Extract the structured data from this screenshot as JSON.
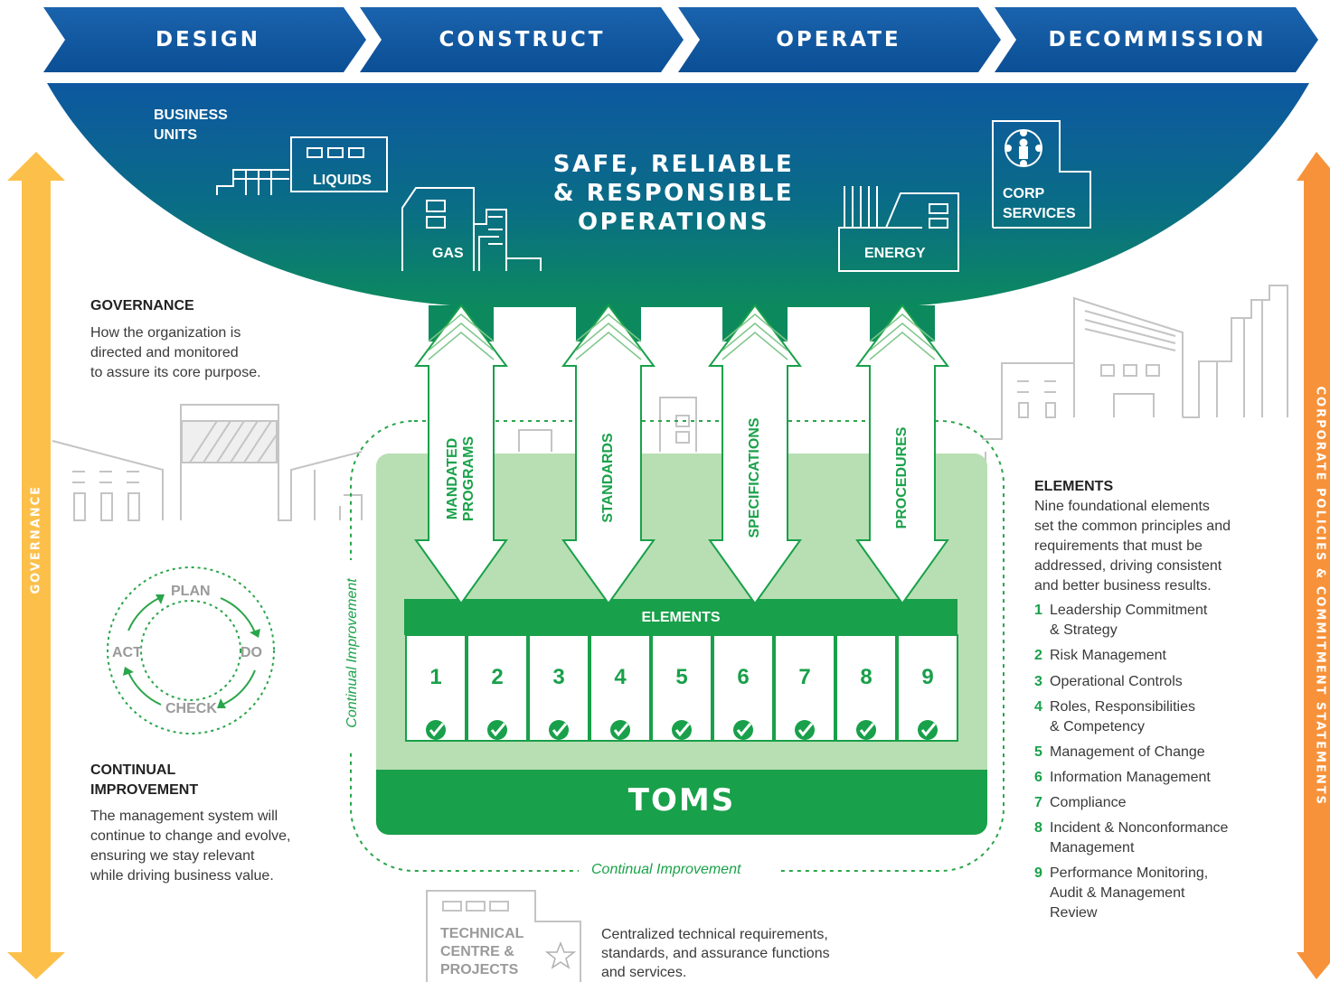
{
  "phases": [
    "DESIGN",
    "CONSTRUCT",
    "OPERATE",
    "DECOMMISSION"
  ],
  "hero": {
    "line1": "SAFE, RELIABLE",
    "line2": "& RESPONSIBLE",
    "line3": "OPERATIONS"
  },
  "business_units": {
    "heading_line1": "BUSINESS",
    "heading_line2": "UNITS",
    "liquids": "LIQUIDS",
    "gas": "GAS",
    "energy": "ENERGY",
    "corp_line1": "CORP",
    "corp_line2": "SERVICES"
  },
  "governance": {
    "heading": "GOVERNANCE",
    "text_lines": [
      "How the organization is",
      "directed and monitored",
      "to assure its core purpose."
    ],
    "side_label": "GOVERNANCE"
  },
  "cycle": {
    "plan": "PLAN",
    "do": "DO",
    "check": "CHECK",
    "act": "ACT"
  },
  "continual_improvement": {
    "heading_line1": "CONTINUAL",
    "heading_line2": "IMPROVEMENT",
    "text_lines": [
      "The management system will",
      "continue to change and evolve,",
      "ensuring we stay relevant",
      "while driving business value."
    ],
    "loop_label": "Continual Improvement"
  },
  "arrows": [
    {
      "line1": "MANDATED",
      "line2": "PROGRAMS"
    },
    {
      "line1": "STANDARDS",
      "line2": ""
    },
    {
      "line1": "SPECIFICATIONS",
      "line2": ""
    },
    {
      "line1": "PROCEDURES",
      "line2": ""
    }
  ],
  "elements_header": "ELEMENTS",
  "element_numbers": [
    "1",
    "2",
    "3",
    "4",
    "5",
    "6",
    "7",
    "8",
    "9"
  ],
  "toms_label": "TOMS",
  "elements_panel": {
    "heading": "ELEMENTS",
    "intro_lines": [
      "Nine foundational elements",
      "set the common principles and",
      "requirements that must be",
      "addressed, driving consistent",
      "and better business results."
    ],
    "items": [
      {
        "n": "1",
        "l1": "Leadership Commitment",
        "l2": "& Strategy",
        "l3": ""
      },
      {
        "n": "2",
        "l1": "Risk Management",
        "l2": "",
        "l3": ""
      },
      {
        "n": "3",
        "l1": "Operational Controls",
        "l2": "",
        "l3": ""
      },
      {
        "n": "4",
        "l1": "Roles, Responsibilities",
        "l2": "& Competency",
        "l3": ""
      },
      {
        "n": "5",
        "l1": "Management of Change",
        "l2": "",
        "l3": ""
      },
      {
        "n": "6",
        "l1": "Information Management",
        "l2": "",
        "l3": ""
      },
      {
        "n": "7",
        "l1": "Compliance",
        "l2": "",
        "l3": ""
      },
      {
        "n": "8",
        "l1": "Incident & Nonconformance",
        "l2": "Management",
        "l3": ""
      },
      {
        "n": "9",
        "l1": "Performance Monitoring,",
        "l2": "Audit & Management",
        "l3": "Review"
      }
    ]
  },
  "side_right_label": "CORPORATE POLICIES & COMMITMENT STATEMENTS",
  "technical_centre": {
    "line1": "TECHNICAL",
    "line2": "CENTRE &",
    "line3": "PROJECTS",
    "desc_lines": [
      "Centralized technical requirements,",
      "standards, and assurance functions",
      "and services."
    ]
  },
  "colors": {
    "blue": "#0d5aa0",
    "teal": "#0a7d6c",
    "green": "#19a04a",
    "light_green": "#b9e0b4",
    "yellow": "#fcc04a",
    "orange": "#f7923a",
    "grey": "#b9b9b9"
  }
}
